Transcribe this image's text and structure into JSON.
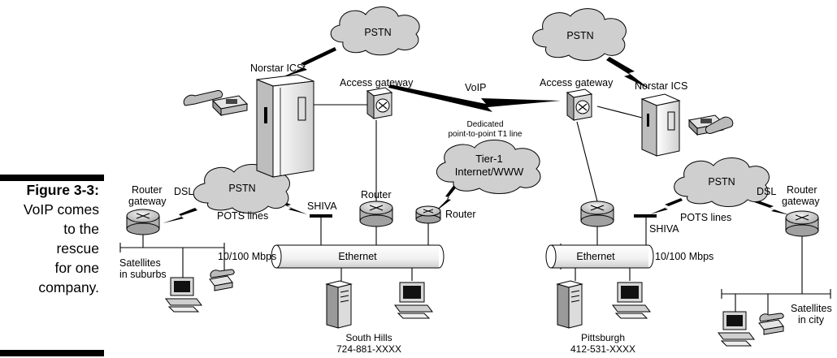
{
  "caption": {
    "figure": "Figure 3-3:",
    "lines": [
      "VoIP comes",
      "to the",
      "rescue",
      "for one",
      "company."
    ]
  },
  "clouds": {
    "pstn_top_left": "PSTN",
    "pstn_top_right": "PSTN",
    "pstn_mid_left": "PSTN",
    "pstn_mid_right": "PSTN",
    "tier1_line1": "Tier-1",
    "tier1_line2": "Internet/WWW"
  },
  "labels": {
    "norstar_left": "Norstar ICS",
    "norstar_right": "Norstar ICS",
    "access_gw_left": "Access gateway",
    "access_gw_right": "Access gateway",
    "voip": "VoIP",
    "dedicated_line1": "Dedicated",
    "dedicated_line2": "point-to-point T1 line",
    "router_left": "Router",
    "router_internet": "Router",
    "router_gateway_left_1": "Router",
    "router_gateway_left_2": "gateway",
    "router_gateway_right_1": "Router",
    "router_gateway_right_2": "gateway",
    "dsl_left": "DSL",
    "dsl_right": "DSL",
    "pots_left": "POTS lines",
    "pots_right": "POTS lines",
    "shiva_left": "SHIVA",
    "shiva_right": "SHIVA",
    "mbps_left": "10/100 Mbps",
    "mbps_right": "10/100 Mbps",
    "ethernet_left": "Ethernet",
    "ethernet_right": "Ethernet",
    "satellites_suburbs_1": "Satellites",
    "satellites_suburbs_2": "in suburbs",
    "satellites_city_1": "Satellites",
    "satellites_city_2": "in city"
  },
  "locations": {
    "south_hills_name": "South Hills",
    "south_hills_phone": "724-881-XXXX",
    "pittsburgh_name": "Pittsburgh",
    "pittsburgh_phone": "412-531-XXXX"
  }
}
